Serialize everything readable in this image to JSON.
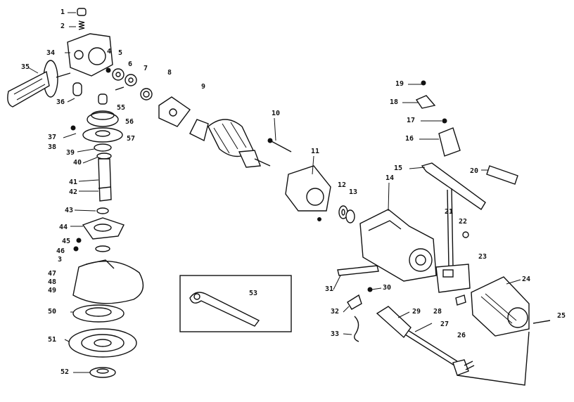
{
  "parts": [
    {
      "label": "1"
    },
    {
      "label": "2"
    },
    {
      "label": "3"
    },
    {
      "label": "4"
    },
    {
      "label": "5"
    },
    {
      "label": "6"
    },
    {
      "label": "7"
    },
    {
      "label": "8"
    },
    {
      "label": "9"
    },
    {
      "label": "10"
    },
    {
      "label": "11"
    },
    {
      "label": "12"
    },
    {
      "label": "13"
    },
    {
      "label": "14"
    },
    {
      "label": "15"
    },
    {
      "label": "16"
    },
    {
      "label": "17"
    },
    {
      "label": "18"
    },
    {
      "label": "19"
    },
    {
      "label": "20"
    },
    {
      "label": "21"
    },
    {
      "label": "22"
    },
    {
      "label": "23"
    },
    {
      "label": "24"
    },
    {
      "label": "25"
    },
    {
      "label": "26"
    },
    {
      "label": "27"
    },
    {
      "label": "28"
    },
    {
      "label": "29"
    },
    {
      "label": "30"
    },
    {
      "label": "31"
    },
    {
      "label": "32"
    },
    {
      "label": "33"
    },
    {
      "label": "34"
    },
    {
      "label": "35"
    },
    {
      "label": "36"
    },
    {
      "label": "37"
    },
    {
      "label": "38"
    },
    {
      "label": "39"
    },
    {
      "label": "40"
    },
    {
      "label": "41"
    },
    {
      "label": "42"
    },
    {
      "label": "43"
    },
    {
      "label": "44"
    },
    {
      "label": "45"
    },
    {
      "label": "46"
    },
    {
      "label": "47"
    },
    {
      "label": "48"
    },
    {
      "label": "49"
    },
    {
      "label": "50"
    },
    {
      "label": "51"
    },
    {
      "label": "52"
    },
    {
      "label": "53"
    },
    {
      "label": "55"
    },
    {
      "label": "56"
    },
    {
      "label": "57"
    }
  ]
}
